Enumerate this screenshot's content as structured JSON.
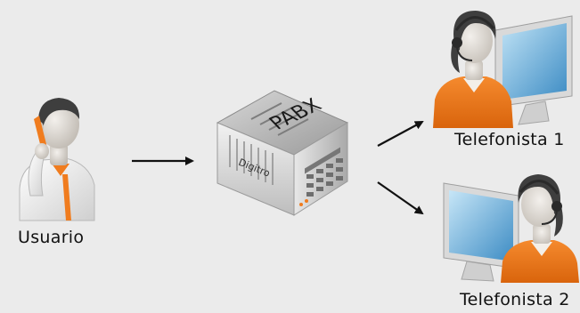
{
  "nodes": {
    "user": {
      "label": "Usuario",
      "icon": "caller-person-icon"
    },
    "pbx": {
      "top_text": "PABX",
      "front_text": "Digitro",
      "icon": "pbx-server-icon"
    },
    "operator1": {
      "label": "Telefonista 1",
      "icon": "operator-headset-icon"
    },
    "operator2": {
      "label": "Telefonista 2",
      "icon": "operator-headset-icon"
    }
  },
  "edges": [
    {
      "from": "user",
      "to": "pbx"
    },
    {
      "from": "pbx",
      "to": "operator1"
    },
    {
      "from": "pbx",
      "to": "operator2"
    }
  ],
  "colors": {
    "background": "#ebebeb",
    "shirt": "#f07c1e",
    "skin": "#e7e3dd",
    "hair": "#3e3e3e",
    "monitor_screen": "#6fb1d9",
    "server_body": "#d6d6d6",
    "arrow": "#111111"
  }
}
